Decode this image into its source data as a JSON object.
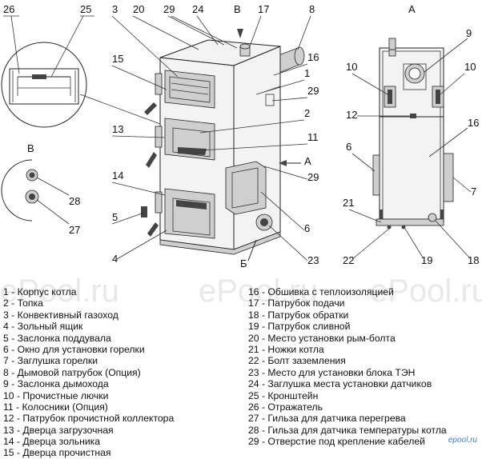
{
  "callouts": {
    "c26": "26",
    "c25": "25",
    "c3": "3",
    "c20": "20",
    "c29a": "29",
    "c24": "24",
    "cB": "В",
    "c17": "17",
    "c8": "8",
    "c15": "15",
    "c16a": "16",
    "c1": "1",
    "c29b": "29",
    "c2": "2",
    "c13": "13",
    "c11": "11",
    "cA1": "А",
    "c29c": "29",
    "c14": "14",
    "c5": "5",
    "c6a": "6",
    "c4": "4",
    "c23": "23",
    "cBe": "Б",
    "cB2": "В",
    "c28": "28",
    "c27": "27",
    "cA2": "А",
    "c9": "9",
    "c10a": "10",
    "c10b": "10",
    "c12": "12",
    "c16b": "16",
    "c6b": "6",
    "c7": "7",
    "c21": "21",
    "c22": "22",
    "c19": "19",
    "c18": "18"
  },
  "watermarks": [
    "ePool.ru",
    "ePool.ru",
    "ePool.ru"
  ],
  "legend": {
    "left": [
      "1 - Корпус котла",
      "2 - Топка",
      "3 - Конвективный газоход",
      "4 - Зольный ящик",
      "5 - Заслонка поддувала",
      "6 - Окно для установки горелки",
      "7 - Заглушка горелки",
      "8 - Дымовой патрубок (Опция)",
      "9 - Заслонка дымохода",
      "10 - Прочистные лючки",
      "11 - Колосники (Опция)",
      "12 - Патрубок прочистной коллектора",
      "13 - Дверца загрузочная",
      "14 - Дверца зольника",
      "15 - Дверца прочистная"
    ],
    "right": [
      "16 - Обшивка с теплоизоляцией",
      "17 - Патрубок подачи",
      "18 - Патрубок обратки",
      "19 - Патрубок сливной",
      "20 - Место установки рым-болта",
      "21 - Ножки котла",
      "22 - Болт заземления",
      "23 - Место для установки блока ТЭН",
      "24 - Заглушка места установки датчиков",
      "25 - Кронштейн",
      "26 - Отражатель",
      "27 - Гильза для датчика перегрева",
      "28 - Гильза для датчика температуры котла",
      "29 - Отверстие под крепление кабелей"
    ]
  },
  "logo": "epool.ru"
}
